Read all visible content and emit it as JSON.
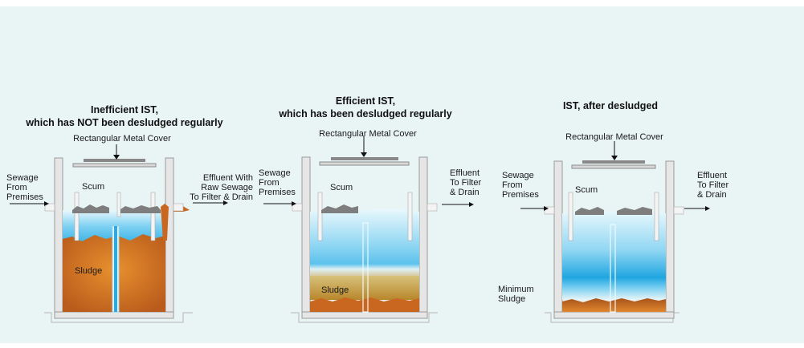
{
  "tanks": [
    {
      "title": "Inefficient IST,\nwhich has NOT been desludged regularly",
      "cover_label": "Rectangular Metal Cover",
      "inlet_label": "Sewage\nFrom\nPremises",
      "outlet_label": "Effluent With\nRaw Sewage\nTo Filter & Drain",
      "scum_label": "Scum",
      "sludge_label": "Sludge"
    },
    {
      "title": "Efficient IST,\nwhich has been desludged regularly",
      "cover_label": "Rectangular Metal Cover",
      "inlet_label": "Sewage\nFrom\nPremises",
      "outlet_label": "Effluent\nTo Filter\n& Drain",
      "scum_label": "Scum",
      "sludge_label": "Sludge"
    },
    {
      "title": "IST, after desludged",
      "cover_label": "Rectangular Metal Cover",
      "inlet_label": "Sewage\nFrom\nPremises",
      "outlet_label": "Effluent\nTo Filter\n& Drain",
      "scum_label": "Scum",
      "sludge_label": "Minimum\nSludge"
    }
  ],
  "colors": {
    "background": "#e9f4f5",
    "water_top": "#cfeef9",
    "water_deep": "#29a9e1",
    "sludge": "#c9661f",
    "scum": "#7e7e7e",
    "wall": "#e6e6e6"
  }
}
